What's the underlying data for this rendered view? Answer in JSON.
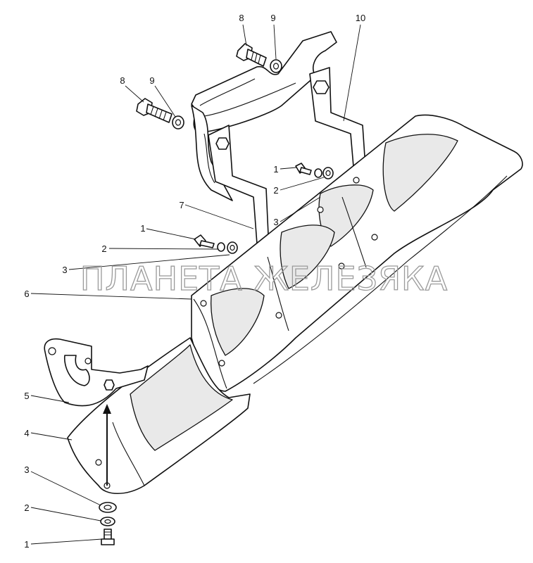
{
  "watermark": "ПЛАНЕТА ЖЕЛЕЗЯКА",
  "callouts": [
    {
      "id": "c8a",
      "text": "8"
    },
    {
      "id": "c9a",
      "text": "9"
    },
    {
      "id": "c10",
      "text": "10"
    },
    {
      "id": "c8b",
      "text": "8"
    },
    {
      "id": "c9b",
      "text": "9"
    },
    {
      "id": "c1a",
      "text": "1"
    },
    {
      "id": "c2a",
      "text": "2"
    },
    {
      "id": "c7",
      "text": "7"
    },
    {
      "id": "c3a",
      "text": "3"
    },
    {
      "id": "c1b",
      "text": "1"
    },
    {
      "id": "c2b",
      "text": "2"
    },
    {
      "id": "c3b",
      "text": "3"
    },
    {
      "id": "c6",
      "text": "6"
    },
    {
      "id": "c5",
      "text": "5"
    },
    {
      "id": "c4",
      "text": "4"
    },
    {
      "id": "c3c",
      "text": "3"
    },
    {
      "id": "c2c",
      "text": "2"
    },
    {
      "id": "c1c",
      "text": "1"
    }
  ]
}
